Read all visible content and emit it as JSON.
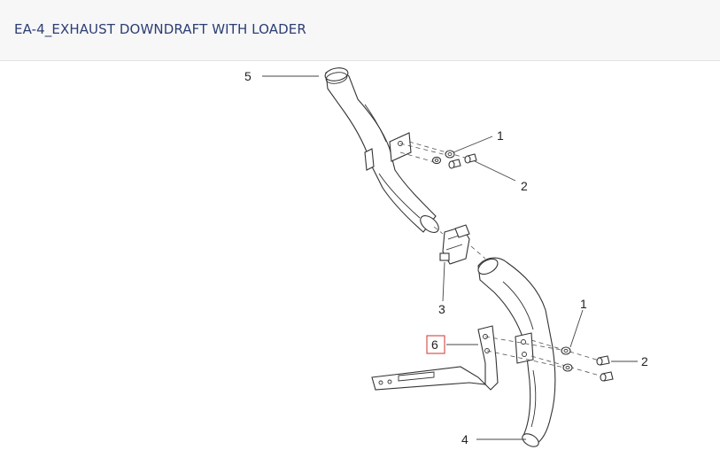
{
  "header": {
    "title": "EA-4_EXHAUST DOWNDRAFT WITH LOADER"
  },
  "callouts": {
    "label_5": "5",
    "label_1_top": "1",
    "label_2_top": "2",
    "label_3": "3",
    "label_1_bottom": "1",
    "label_6": "6",
    "label_2_bottom": "2",
    "label_4": "4"
  },
  "colors": {
    "title": "#2c3e73",
    "header_bg": "#f7f7f8",
    "highlight": "#d9534f"
  }
}
